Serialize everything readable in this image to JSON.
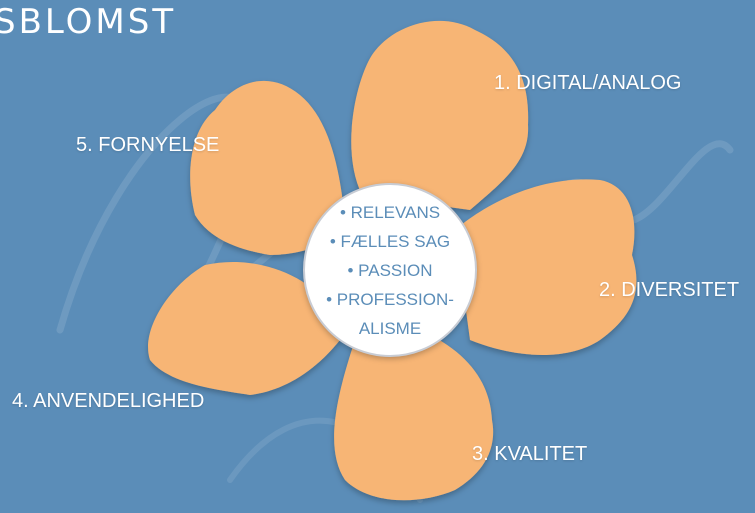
{
  "title": "SBLOMST",
  "colors": {
    "background": "#5b8db8",
    "petal": "#f7b574",
    "text": "#ffffff",
    "center_text": "#5b8db8"
  },
  "petals": [
    {
      "label": "1. DIGITAL/ANALOG"
    },
    {
      "label": "2. DIVERSITET"
    },
    {
      "label": "3. KVALITET"
    },
    {
      "label": "4. ANVENDELIGHED"
    },
    {
      "label": "5. FORNYELSE"
    }
  ],
  "center": {
    "items": [
      "• RELEVANS",
      "• FÆLLES SAG",
      "• PASSION",
      "• PROFESSION-",
      "ALISME"
    ]
  }
}
